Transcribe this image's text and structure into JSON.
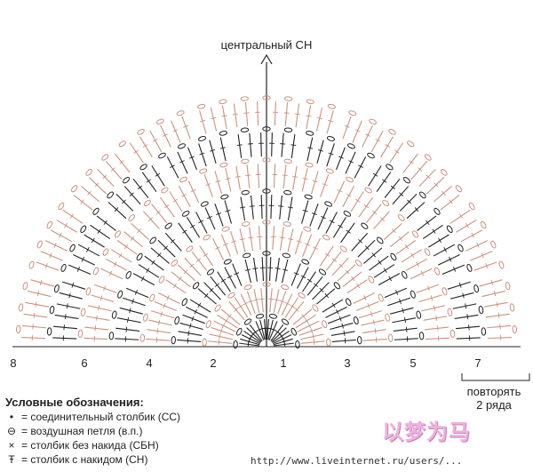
{
  "diagram": {
    "center_label": "центральный СН",
    "row_numbers": [
      "8",
      "6",
      "4",
      "2",
      "1",
      "3",
      "5",
      "7"
    ],
    "repeat_note_line1": "повторять",
    "repeat_note_line2": "2 ряда",
    "stitch_colors": {
      "dark": "#222222",
      "light": "#c99380"
    }
  },
  "legend": {
    "title": "Условные обозначения:",
    "items": [
      {
        "symbol": "•",
        "text": "= соединительный столбик (СС)"
      },
      {
        "symbol": "⊖",
        "text": "= воздушная петля (в.п.)"
      },
      {
        "symbol": "×",
        "text": "= столбик без накида (СБН)"
      },
      {
        "symbol": "Ŧ",
        "text": "= столбик с накидом (СН)"
      }
    ]
  },
  "watermark": {
    "url": "http://www.liveinternet.ru/users/...",
    "logo_text": "以梦为马"
  }
}
